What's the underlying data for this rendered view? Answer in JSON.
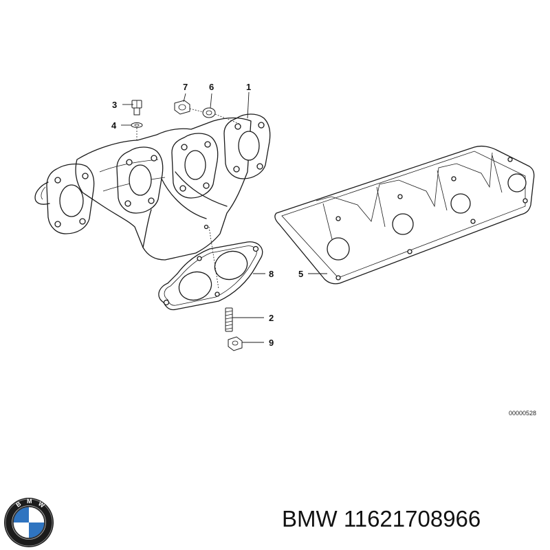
{
  "diagram": {
    "callouts": [
      {
        "id": "1",
        "label": "1"
      },
      {
        "id": "2",
        "label": "2"
      },
      {
        "id": "3",
        "label": "3"
      },
      {
        "id": "4",
        "label": "4"
      },
      {
        "id": "5",
        "label": "5"
      },
      {
        "id": "6",
        "label": "6"
      },
      {
        "id": "7",
        "label": "7"
      },
      {
        "id": "8",
        "label": "8"
      },
      {
        "id": "9",
        "label": "9"
      }
    ],
    "reference_code": "00000528"
  },
  "footer": {
    "brand_logo_icon": "bmw-roundel-logo",
    "part_number_label": "BMW 11621708966"
  }
}
